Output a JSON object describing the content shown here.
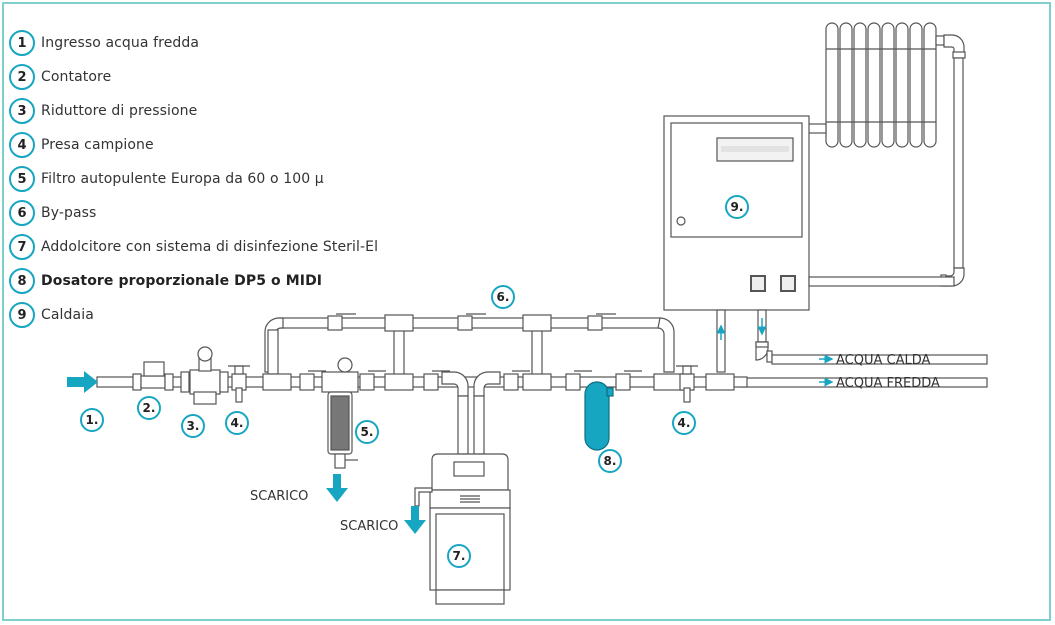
{
  "colors": {
    "accent": "#17a6c2",
    "frame": "#7fcfcc",
    "line": "#555555",
    "text": "#333333"
  },
  "legend": [
    {
      "num": "1",
      "label": "Ingresso acqua fredda",
      "bold": false
    },
    {
      "num": "2",
      "label": "Contatore",
      "bold": false
    },
    {
      "num": "3",
      "label": "Riduttore di pressione",
      "bold": false
    },
    {
      "num": "4",
      "label": "Presa campione",
      "bold": false
    },
    {
      "num": "5",
      "label": "Filtro autopulente Europa da 60 o 100 µ",
      "bold": false
    },
    {
      "num": "6",
      "label": "By-pass",
      "bold": false
    },
    {
      "num": "7",
      "label": "Addolcitore con sistema di disinfezione Steril-El",
      "bold": false
    },
    {
      "num": "8",
      "label": "Dosatore proporzionale DP5 o MIDI",
      "bold": true
    },
    {
      "num": "9",
      "label": "Caldaia",
      "bold": false
    }
  ],
  "badges": {
    "b1": "1.",
    "b2": "2.",
    "b3": "3.",
    "b4a": "4.",
    "b4b": "4.",
    "b5": "5.",
    "b6": "6.",
    "b7": "7.",
    "b8": "8.",
    "b9": "9."
  },
  "labels": {
    "scarico_filter": "SCARICO",
    "scarico_softener": "SCARICO",
    "acqua_calda": "ACQUA CALDA",
    "acqua_fredda": "ACQUA FREDDA"
  }
}
